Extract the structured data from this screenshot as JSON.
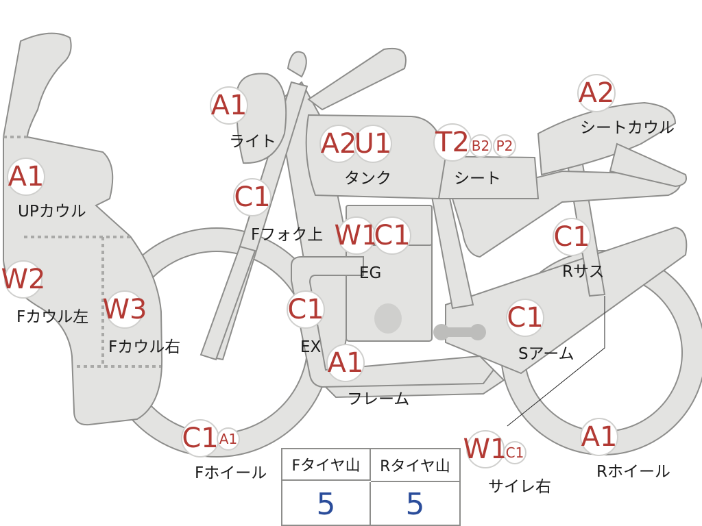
{
  "parts": [
    {
      "id": "light",
      "label": "ライト",
      "badges": [
        "A1"
      ]
    },
    {
      "id": "up-cowl",
      "label": "UPカウル",
      "badges": [
        "A1"
      ]
    },
    {
      "id": "f-cowl-left",
      "label": "Fカウル左",
      "badges": [
        "W2"
      ]
    },
    {
      "id": "f-cowl-right",
      "label": "Fカウル右",
      "badges": [
        "W3"
      ]
    },
    {
      "id": "f-fork-upper",
      "label": "Fフォク上",
      "badges": [
        "C1"
      ]
    },
    {
      "id": "tank",
      "label": "タンク",
      "badges": [
        "A2",
        "U1"
      ]
    },
    {
      "id": "seat",
      "label": "シート",
      "badges": [
        "T2",
        "B2",
        "P2"
      ]
    },
    {
      "id": "seat-cowl",
      "label": "シートカウル",
      "badges": [
        "A2"
      ]
    },
    {
      "id": "engine",
      "label": "EG",
      "badges": [
        "W1",
        "C1"
      ]
    },
    {
      "id": "exhaust",
      "label": "EX",
      "badges": [
        "C1"
      ]
    },
    {
      "id": "frame",
      "label": "フレーム",
      "badges": [
        "A1"
      ]
    },
    {
      "id": "r-suspension",
      "label": "Rサス",
      "badges": [
        "C1"
      ]
    },
    {
      "id": "swing-arm",
      "label": "Sアーム",
      "badges": [
        "C1"
      ]
    },
    {
      "id": "f-wheel",
      "label": "Fホイール",
      "badges": [
        "C1",
        "A1"
      ]
    },
    {
      "id": "r-wheel",
      "label": "Rホイール",
      "badges": [
        "A1"
      ]
    },
    {
      "id": "silencer-right",
      "label": "サイレ右",
      "badges": [
        "W1",
        "C1"
      ]
    }
  ],
  "tire_tread": {
    "front_label": "Fタイヤ山",
    "rear_label": "Rタイヤ山",
    "front_value": "5",
    "rear_value": "5"
  },
  "colors": {
    "part_fill": "#e3e3e1",
    "part_outline": "#8d8d8b",
    "badge_text": "#b23a34",
    "tire_value": "#2a4c9a"
  }
}
